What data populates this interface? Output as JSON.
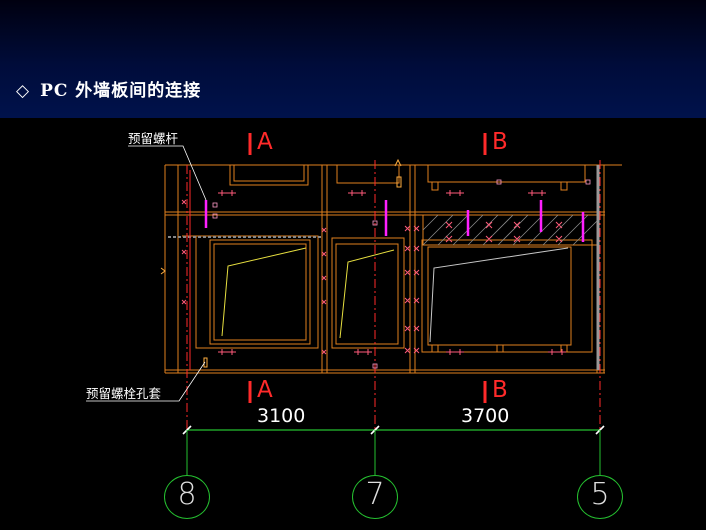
{
  "slide": {
    "title": "PC 外墙板间的连接",
    "bullet_icon": "diamond-icon"
  },
  "labels": {
    "rod": "预留螺杆",
    "sleeve": "预留螺栓孔套",
    "section_a_top": "A",
    "section_b_top": "B",
    "section_a_bottom": "A",
    "section_b_bottom": "B"
  },
  "dimensions": {
    "span_1": "3100",
    "span_2": "3700"
  },
  "axes": {
    "axis_left": "8",
    "axis_mid": "7",
    "axis_right": "5"
  },
  "colors": {
    "background": "#000000",
    "structure": "#e0801e",
    "axis": "#25c030",
    "section_mark": "#ff2a2a",
    "rod": "#ff20ff",
    "window": "#e8e040"
  }
}
